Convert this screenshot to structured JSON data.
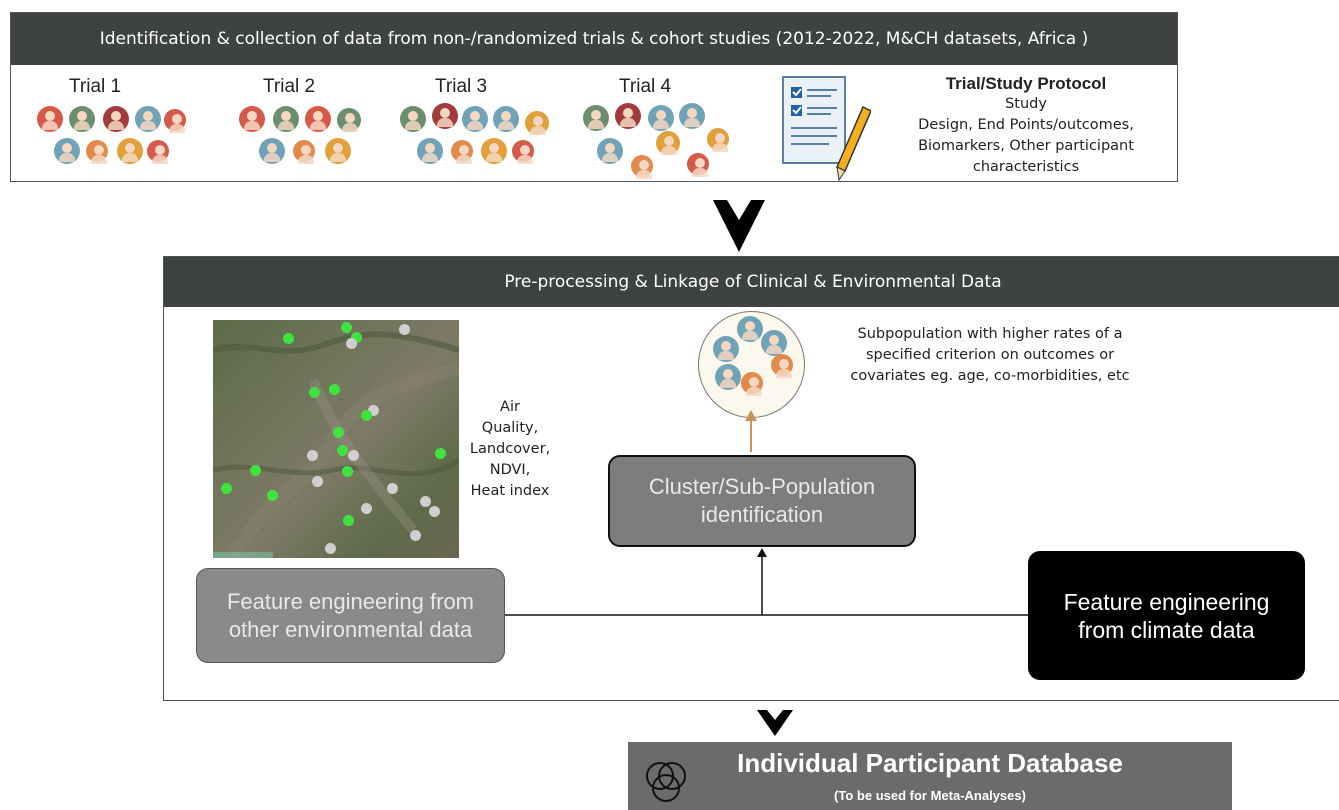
{
  "top_panel": {
    "header": "Identification & collection of data from non-/randomized  trials & cohort studies (2012-2022, M&CH datasets, Africa )",
    "trials": [
      {
        "label": "Trial 1"
      },
      {
        "label": "Trial 2"
      },
      {
        "label": "Trial 3"
      },
      {
        "label": "Trial 4"
      }
    ],
    "protocol": {
      "title": "Trial/Study Protocol",
      "line1": "Study",
      "line2": "Design,  End Points/outcomes,",
      "line3": "Biomarkers,  Other participant",
      "line4": "characteristics",
      "icon": "checklist-pencil-icon"
    }
  },
  "middle_panel": {
    "header": "Pre-processing & Linkage of Clinical & Environmental Data",
    "map_layers": {
      "line1": "Air",
      "line2": "Quality,",
      "line3": "Landcover,",
      "line4": "NDVI,",
      "line5": "Heat index"
    },
    "subpopulation_text": {
      "line1": "Subpopulation with higher rates of a",
      "line2": "specified criterion on outcomes or",
      "line3": "covariates eg. age, co-morbidities, etc"
    },
    "cluster_box": {
      "line1": "Cluster/Sub-Population",
      "line2": "identification"
    },
    "env_box": {
      "line1": "Feature engineering from",
      "line2": "other environmental data"
    },
    "climate_box": {
      "line1": "Feature engineering",
      "line2": "from climate data"
    }
  },
  "database": {
    "title": "Individual Participant Database",
    "subtitle": "(To be used for Meta-Analyses)",
    "icon": "venn-circles-icon"
  },
  "colors": {
    "header_bg": "#3f4242",
    "green_pin": "#3fe33f",
    "gray_pin": "#cfcfcf",
    "arrow_orange": "#c9925a"
  }
}
